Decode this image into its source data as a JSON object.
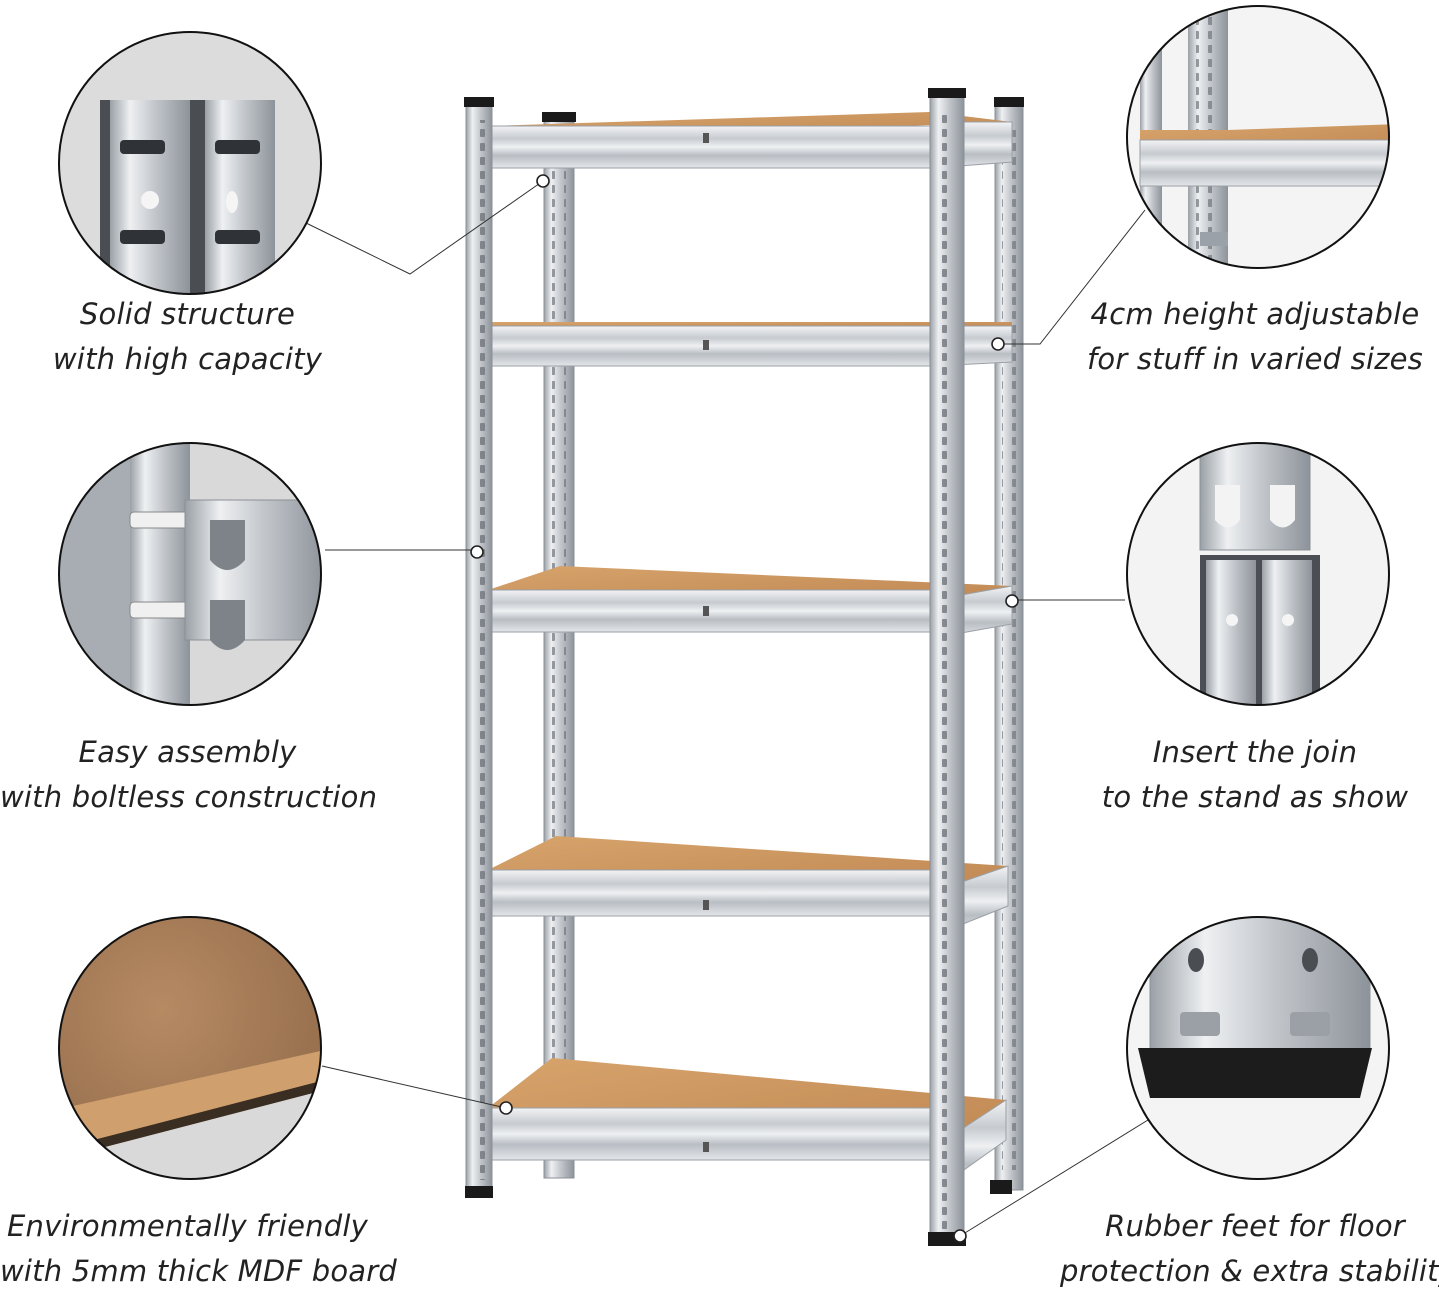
{
  "features": {
    "solid_structure": {
      "line1": "Solid structure",
      "line2": "with high capacity"
    },
    "height_adjustable": {
      "line1": "4cm height adjustable",
      "line2": "for stuff in varied sizes"
    },
    "easy_assembly": {
      "line1": "Easy assembly",
      "line2": "with boltless construction"
    },
    "insert_join": {
      "line1": "Insert the join",
      "line2": "to the stand as show"
    },
    "mdf_board": {
      "line1": "Environmentally friendly",
      "line2": "with 5mm thick MDF board"
    },
    "rubber_feet": {
      "line1": "Rubber feet for floor",
      "line2": "protection & extra stability"
    }
  },
  "colors": {
    "steel": "#c9cdd2",
    "steel_dark": "#8e949b",
    "mdf": "#c9955f",
    "mdf_dark": "#a87440",
    "text": "#222222",
    "rubber": "#1c1c1c"
  },
  "shelf_count": 5
}
